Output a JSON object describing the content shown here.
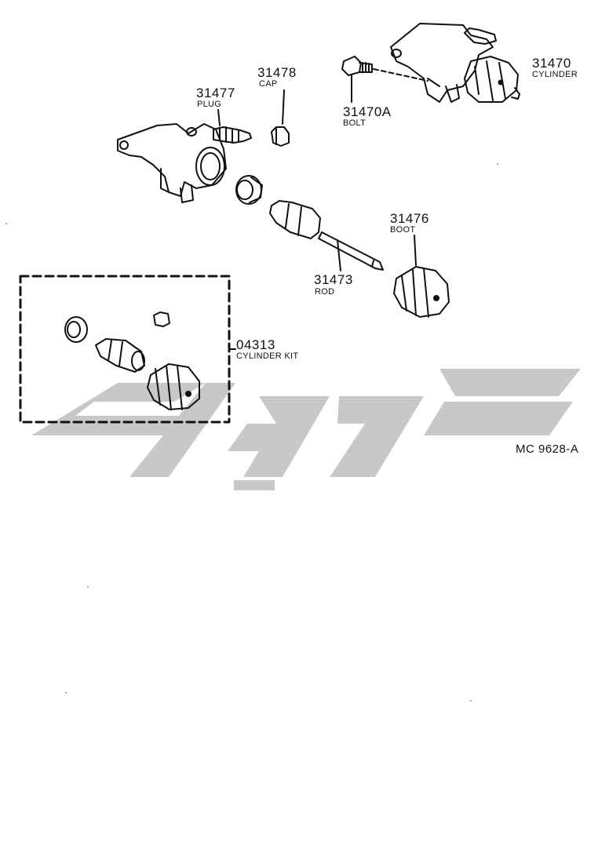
{
  "diagram": {
    "drawing_code": "MC 9628-A",
    "parts": [
      {
        "number": "31470",
        "name": "CYLINDER"
      },
      {
        "number": "31478",
        "name": "CAP"
      },
      {
        "number": "31477",
        "name": "PLUG"
      },
      {
        "number": "31470A",
        "name": "BOLT"
      },
      {
        "number": "31476",
        "name": "BOOT"
      },
      {
        "number": "31473",
        "name": "ROD"
      },
      {
        "number": "04313",
        "name": "CYLINDER KIT"
      }
    ]
  },
  "colors": {
    "line": "#111111",
    "watermark": "#c8c8c8",
    "background": "#ffffff"
  }
}
